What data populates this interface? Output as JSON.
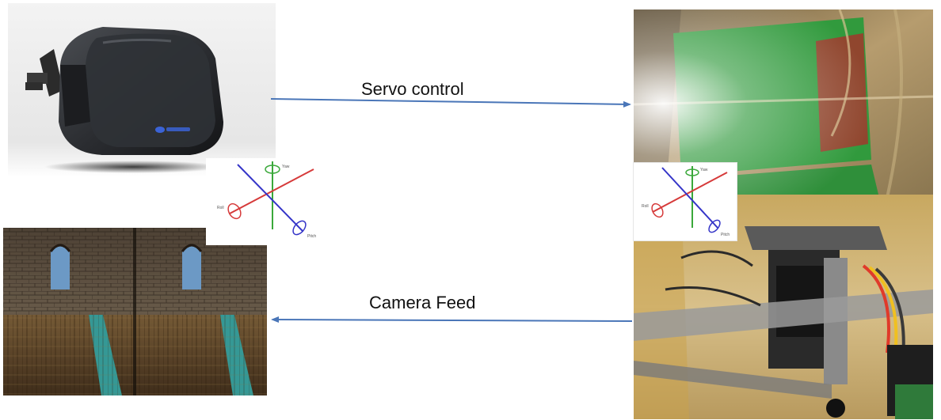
{
  "diagram": {
    "servo_label": "Servo control",
    "camera_label": "Camera Feed",
    "axis_roll_label": "Roll",
    "axis_pitch_label": "Pitch",
    "axis_yaw_label": "Yaw",
    "arrow_color": "#4a76b8",
    "axis_colors": {
      "roll": "#d63a3a",
      "pitch": "#3535c8",
      "yaw": "#3aa83a"
    }
  },
  "images": {
    "headset": "vr-headset",
    "view": "stereo-vr-view",
    "robot_top": "camera-mount-top",
    "robot_bottom": "servo-gimbal-rig"
  }
}
